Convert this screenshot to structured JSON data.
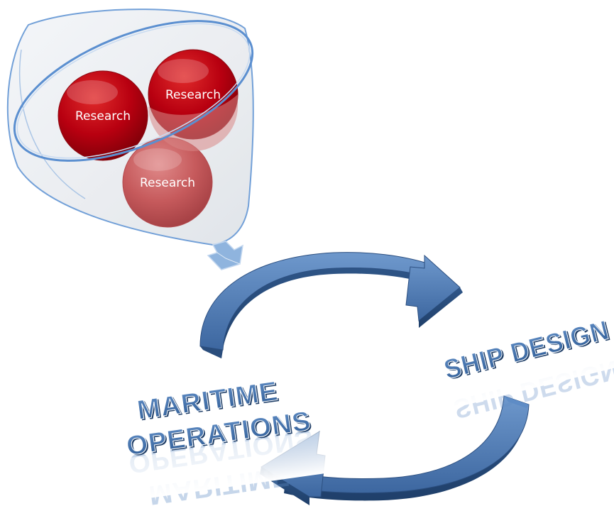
{
  "funnel": {
    "circles": [
      {
        "label": "Research"
      },
      {
        "label": "Research"
      },
      {
        "label": "Research"
      }
    ]
  },
  "cycle": {
    "left_label_line1": "MARITIME",
    "left_label_line2": "OPERATIONS",
    "right_label": "SHIP DESIGN"
  },
  "colors": {
    "ball_dark_red": "#b80010",
    "ball_light_red": "#c65a5c",
    "arrow_blue": "#4a78b0",
    "text_blue": "#3f6fa8",
    "funnel_outline": "#5b8fd0"
  }
}
